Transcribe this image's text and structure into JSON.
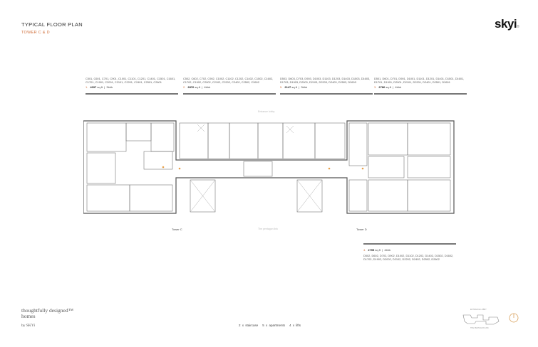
{
  "header": {
    "title": "TYPICAL FLOOR PLAN",
    "subtitle": "TOWER C & D",
    "logo": "skyi",
    "logo_mark": "®"
  },
  "units": [
    {
      "number": "1.",
      "area": "4037",
      "area_unit": "sq.ft",
      "type": "3bhk",
      "list": "C501, C601, C701, C901, C1001, C1101, C1201, C1401, C1501, C1601, C1701, C1901, C2001, C2101, C2201, C2401, C2501, C2601"
    },
    {
      "number": "2.",
      "area": "2876",
      "area_unit": "sq.ft",
      "type": "4bhk",
      "list": "C502, C602, C702, C902, C1002, C1102, C1202, C1402, C1502, C1602, C1702, C1902, C2002, C2102, C2202, C2402, C2502, C2602"
    },
    {
      "number": "5.",
      "area": "2147",
      "area_unit": "sq.ft",
      "type": "3bhk",
      "list": "D503, D603, D703, D903, D1003, D1103, D1203, D1403, D1503, D1603, D1703, D1903, D2003, D2103, D2203, D2403, D2503, D2603"
    },
    {
      "number": "3.",
      "area": "2786",
      "area_unit": "sq.ft",
      "type": "4bhk",
      "list": "D501, D601, D701, D901, D1001, D1101, D1201, D1401, D1501, D1601, D1701, D1901, D2001, D2101, D2201, D2401, D2501, D2601"
    },
    {
      "number": "4.",
      "area": "2795",
      "area_unit": "sq.ft",
      "type": "4bhk",
      "list": "D502, D602, D702, D902, D1002, D1102, D1202, D1402, D1502, D1602, D1702, D1902, D2002, D2102, D2202, D2402, D2502, D2602"
    }
  ],
  "plan": {
    "tower_left": "Tower C",
    "tower_right": "Tower D",
    "top_note": "Entrance lobby",
    "bottom_note": "The pentagon link",
    "accent": "#e8a04a"
  },
  "key_plan": {
    "top_label": "ENTRANCE LOBBY",
    "bottom_label": "THE PENTAGON LINK",
    "compass": "north-compass-icon"
  },
  "footer": {
    "tagline_1": "thoughtfully designed™",
    "tagline_2": "homes",
    "by": "by SKYi",
    "stats": [
      "2 x staircase",
      "5 x apartments",
      "4 x lifts"
    ]
  }
}
